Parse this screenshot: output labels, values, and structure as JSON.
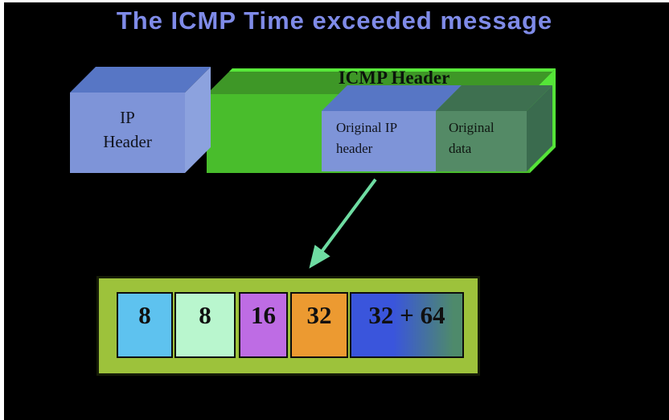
{
  "title": {
    "text": "The ICMP Time exceeded message",
    "color": "#7F8BE8"
  },
  "packet_diagram": {
    "ip_header_box": {
      "label_line1": "IP",
      "label_line2": "Header",
      "front_color": "#7E94D8",
      "top_color": "#5776C5",
      "side_color": "#8CA2DE"
    },
    "icmp_header_box": {
      "label": "ICMP Header",
      "front_color": "#49BD2C",
      "top_color": "#3E9727",
      "highlight_color": "#55E438"
    },
    "original_ip_header_box": {
      "label_line1": "Original IP",
      "label_line2": "header",
      "front_color": "#7E94D8",
      "top_color": "#5776C5"
    },
    "original_data_box": {
      "label_line1": "Original",
      "label_line2": "data",
      "front_color": "#548A66",
      "top_color": "#3E7050"
    }
  },
  "expansion_arrow": {
    "color": "#6EDCA2"
  },
  "icmp_fields_diagram": {
    "panel_color": "#9DC23B",
    "fields": [
      {
        "label": "8",
        "color": "#5EC2EF"
      },
      {
        "label": "8",
        "color": "#B9F6CE"
      },
      {
        "label": "16",
        "color": "#BE6CE4"
      },
      {
        "label": "32",
        "color": "#EC9A31"
      },
      {
        "label": "32 + 64",
        "color_start": "#3A55DC",
        "color_end": "#4E8A6B"
      }
    ]
  }
}
